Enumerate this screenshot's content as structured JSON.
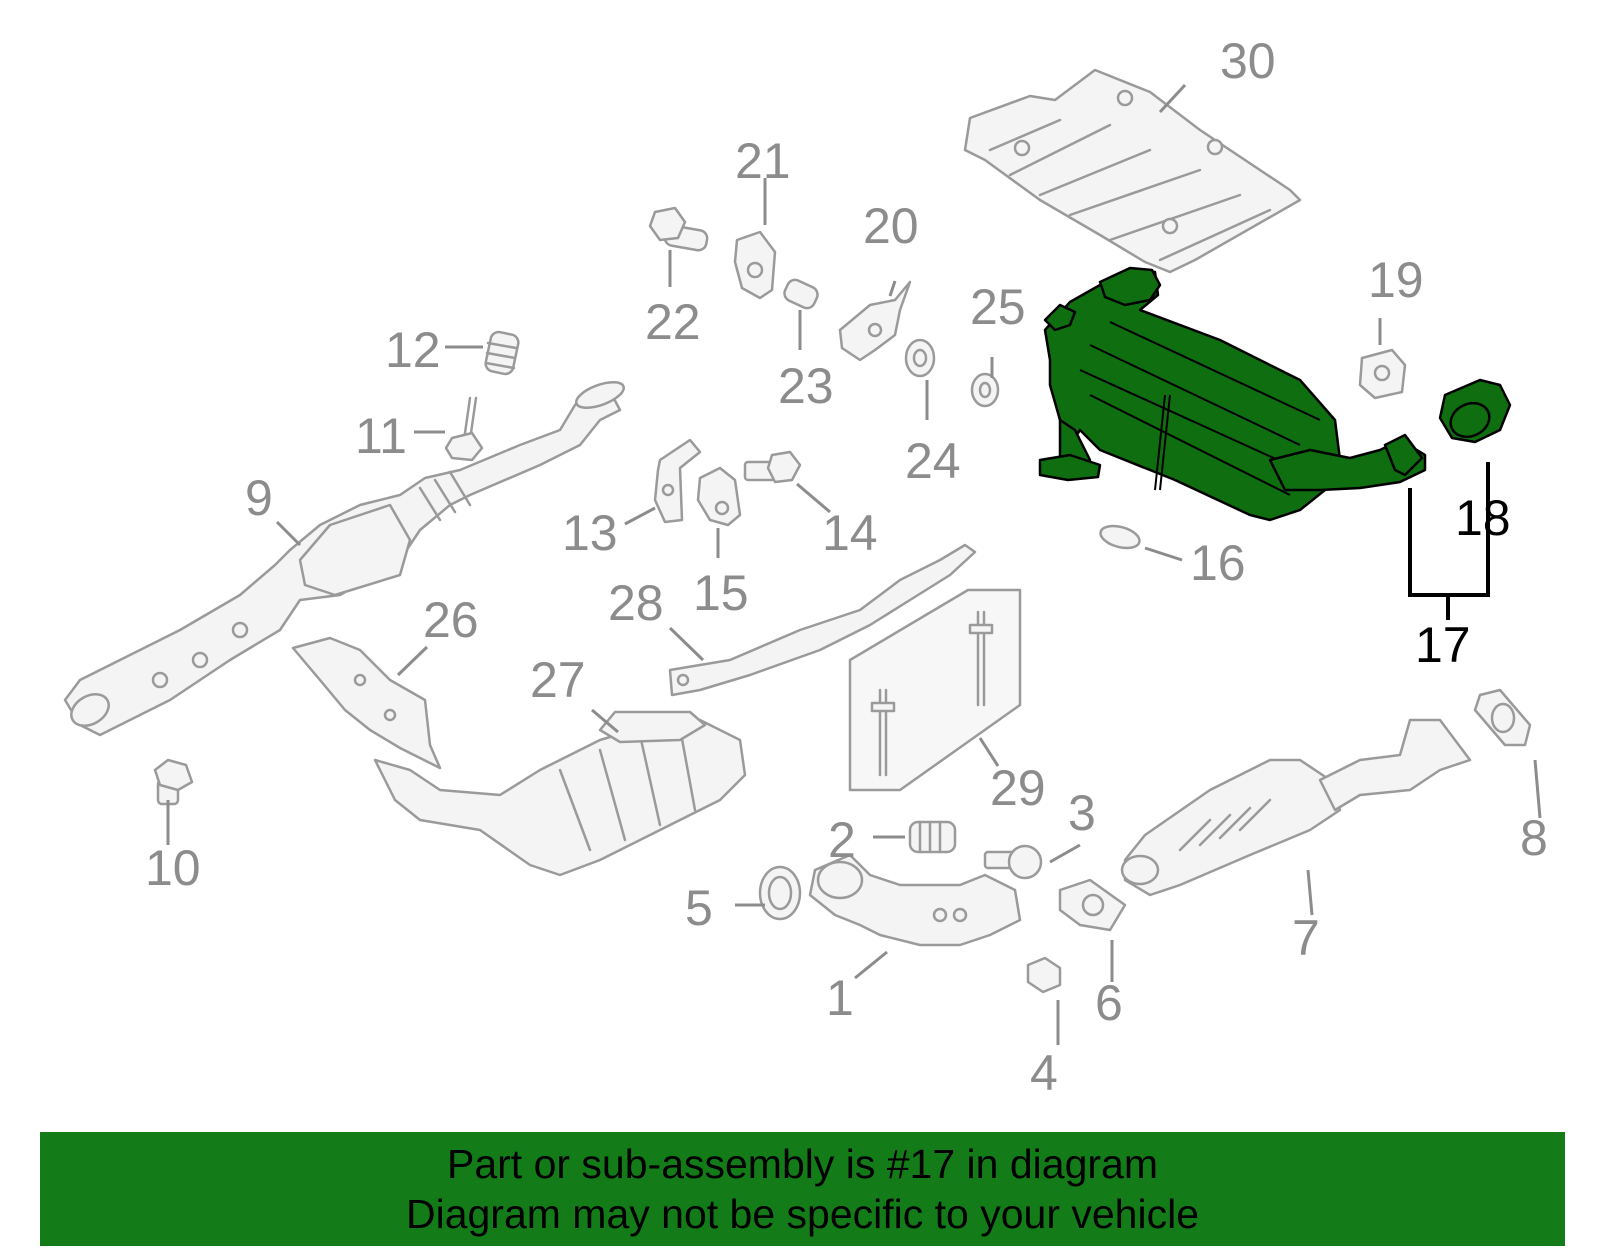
{
  "diagram": {
    "highlight_color": "#0f6e0f",
    "callouts": [
      {
        "id": "c1",
        "text": "1"
      },
      {
        "id": "c2",
        "text": "2"
      },
      {
        "id": "c3",
        "text": "3"
      },
      {
        "id": "c4",
        "text": "4"
      },
      {
        "id": "c5",
        "text": "5"
      },
      {
        "id": "c6",
        "text": "6"
      },
      {
        "id": "c7",
        "text": "7"
      },
      {
        "id": "c8",
        "text": "8"
      },
      {
        "id": "c9",
        "text": "9"
      },
      {
        "id": "c10",
        "text": "10"
      },
      {
        "id": "c11",
        "text": "11"
      },
      {
        "id": "c12",
        "text": "12"
      },
      {
        "id": "c13",
        "text": "13"
      },
      {
        "id": "c14",
        "text": "14"
      },
      {
        "id": "c15",
        "text": "15"
      },
      {
        "id": "c16",
        "text": "16"
      },
      {
        "id": "c17",
        "text": "17"
      },
      {
        "id": "c18",
        "text": "18"
      },
      {
        "id": "c19",
        "text": "19"
      },
      {
        "id": "c20",
        "text": "20"
      },
      {
        "id": "c21",
        "text": "21"
      },
      {
        "id": "c22",
        "text": "22"
      },
      {
        "id": "c23",
        "text": "23"
      },
      {
        "id": "c24",
        "text": "24"
      },
      {
        "id": "c25",
        "text": "25"
      },
      {
        "id": "c26",
        "text": "26"
      },
      {
        "id": "c27",
        "text": "27"
      },
      {
        "id": "c28",
        "text": "28"
      },
      {
        "id": "c29",
        "text": "29"
      },
      {
        "id": "c30",
        "text": "30"
      }
    ]
  },
  "banner": {
    "line1": "Part or sub-assembly is #17 in diagram",
    "line2": "Diagram may not be specific to your vehicle",
    "background": "#137c18"
  }
}
